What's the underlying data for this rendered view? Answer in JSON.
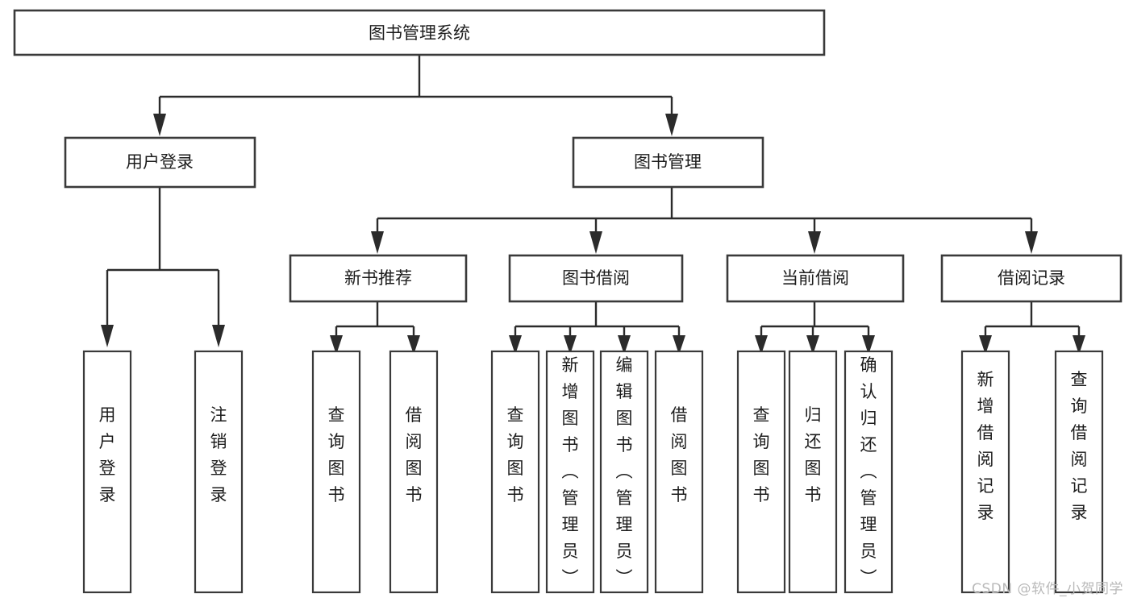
{
  "diagram": {
    "type": "tree",
    "title": "图书管理系统",
    "orientation": "top-down",
    "colors": {
      "background": "#ffffff",
      "box_fill": "#ffffff",
      "box_stroke": "#3a3a3a",
      "connector": "#2b2b2b",
      "text": "#1c1c1c",
      "watermark": "#b9b9b9"
    },
    "root": {
      "label": "图书管理系统"
    },
    "level2": [
      {
        "label": "用户登录"
      },
      {
        "label": "图书管理"
      }
    ],
    "level3": [
      {
        "label": "新书推荐"
      },
      {
        "label": "图书借阅"
      },
      {
        "label": "当前借阅"
      },
      {
        "label": "借阅记录"
      }
    ],
    "leaves": {
      "user_login": [
        {
          "label": "用户登录"
        },
        {
          "label": "注销登录"
        }
      ],
      "new_book_recommend": [
        {
          "label": "查询图书"
        },
        {
          "label": "借阅图书"
        }
      ],
      "book_borrow": [
        {
          "label": "查询图书"
        },
        {
          "label": "新增图书（管理员）"
        },
        {
          "label": "编辑图书（管理员）"
        },
        {
          "label": "借阅图书"
        }
      ],
      "current_borrow": [
        {
          "label": "查询图书"
        },
        {
          "label": "归还图书"
        },
        {
          "label": "确认归还（管理员）"
        }
      ],
      "borrow_record": [
        {
          "label": "新增借阅记录"
        },
        {
          "label": "查询借阅记录"
        }
      ]
    }
  },
  "watermark": {
    "text": "CSDN @软件_小贺同学"
  }
}
